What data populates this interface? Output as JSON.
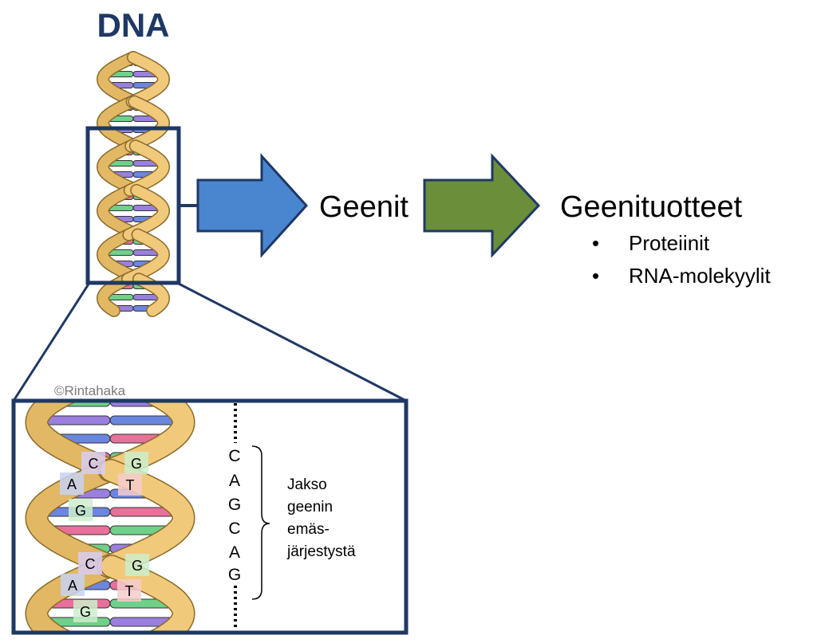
{
  "title": "DNA",
  "genes_label": "Geenit",
  "products_title": "Geenituotteet",
  "products": [
    "Proteiinit",
    "RNA-molekyylit"
  ],
  "copyright": "©Rintahaka",
  "sequence": [
    "C",
    "A",
    "G",
    "C",
    "A",
    "G"
  ],
  "sequence_note": [
    "Jakso",
    "geenin",
    "emäs-",
    "järjestystä"
  ],
  "base_tiles_upper": [
    "C",
    "G",
    "A",
    "T",
    "G"
  ],
  "base_tiles_lower": [
    "C",
    "G",
    "A",
    "T",
    "G"
  ],
  "colors": {
    "title": "#1f3864",
    "frame": "#1f3864",
    "arrow_blue": "#4a86d0",
    "arrow_green": "#6b8e3a",
    "backbone": "#f1c97a",
    "backbone_dark": "#8a6a2a",
    "base_colors": [
      "#e8709a",
      "#6fd08a",
      "#9b7fe0",
      "#6b86e0"
    ]
  }
}
